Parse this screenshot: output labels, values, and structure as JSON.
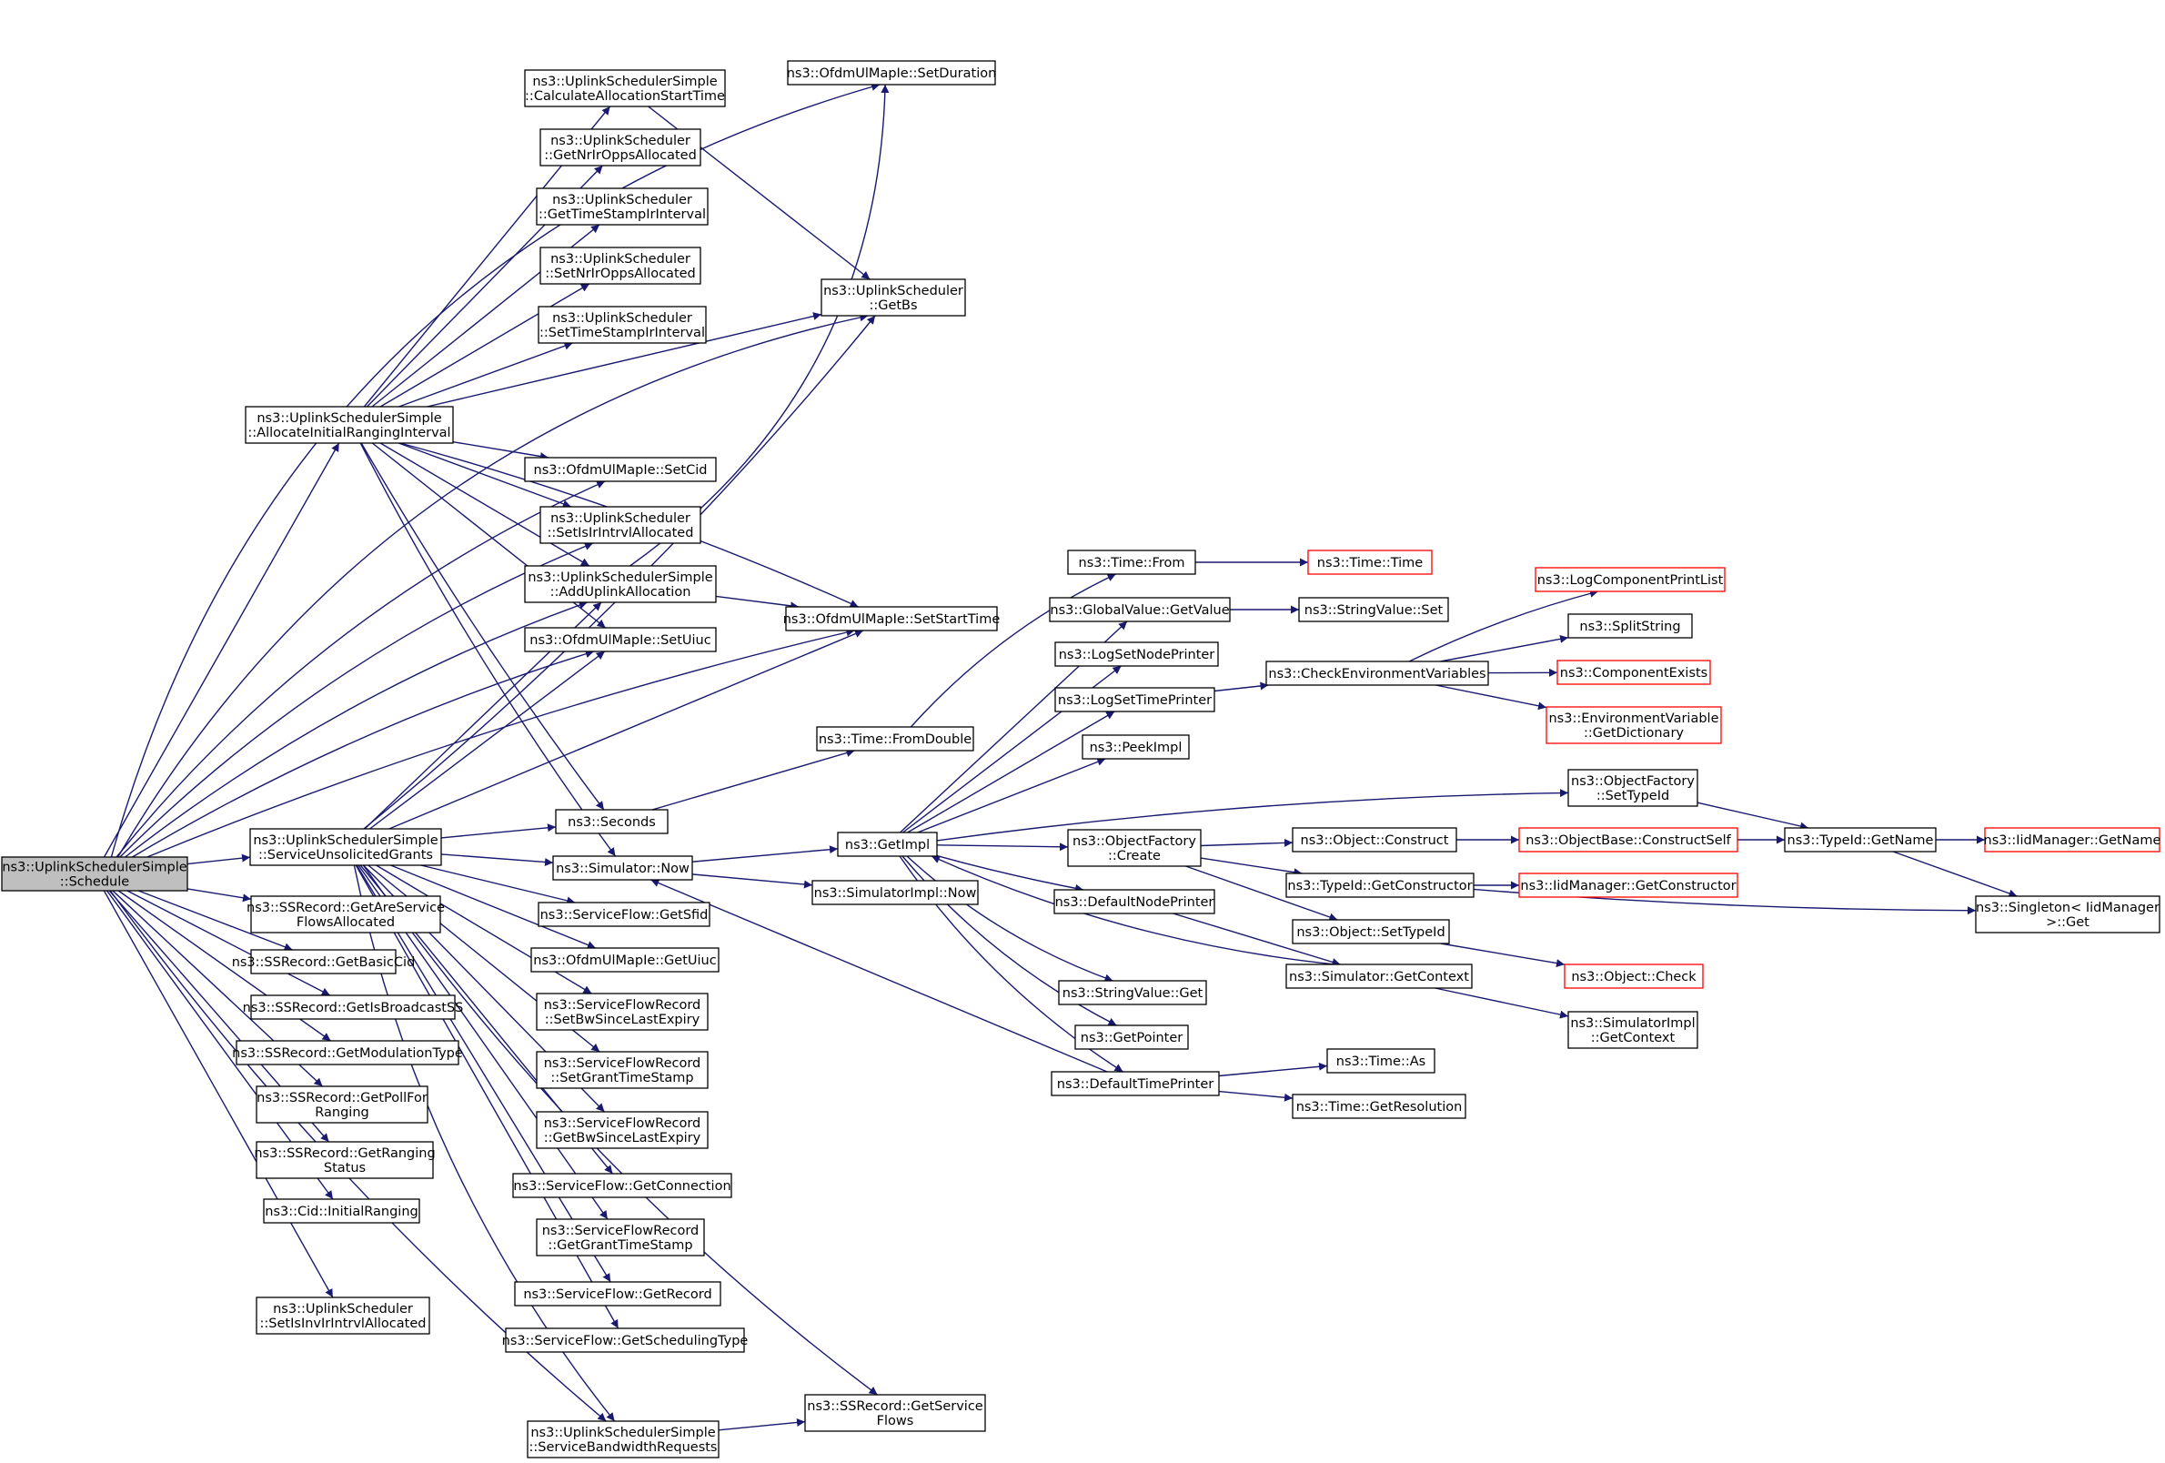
{
  "colors": {
    "background": "#ffffff",
    "edge": "#191970",
    "node_border": "#000000",
    "node_border_incomplete": "#ff0000",
    "root_fill": "#bfbfbf",
    "node_fill": "#ffffff"
  },
  "nodes": [
    {
      "id": "schedule",
      "lines": [
        "ns3::UplinkSchedulerSimple",
        "::Schedule"
      ],
      "root": true
    },
    {
      "id": "allocInit",
      "lines": [
        "ns3::UplinkSchedulerSimple",
        "::AllocateInitialRangingInterval"
      ]
    },
    {
      "id": "serviceUnsol",
      "lines": [
        "ns3::UplinkSchedulerSimple",
        "::ServiceUnsolicitedGrants"
      ]
    },
    {
      "id": "getAreService",
      "lines": [
        "ns3::SSRecord::GetAreService",
        "FlowsAllocated"
      ]
    },
    {
      "id": "getBasicCid",
      "lines": [
        "ns3::SSRecord::GetBasicCid"
      ]
    },
    {
      "id": "getIsBroadcast",
      "lines": [
        "ns3::SSRecord::GetIsBroadcastSS"
      ]
    },
    {
      "id": "getModulation",
      "lines": [
        "ns3::SSRecord::GetModulationType"
      ]
    },
    {
      "id": "getPollFor",
      "lines": [
        "ns3::SSRecord::GetPollFor",
        "Ranging"
      ]
    },
    {
      "id": "getRanging",
      "lines": [
        "ns3::SSRecord::GetRanging",
        "Status"
      ]
    },
    {
      "id": "cidInit",
      "lines": [
        "ns3::Cid::InitialRanging"
      ]
    },
    {
      "id": "setIsInv",
      "lines": [
        "ns3::UplinkScheduler",
        "::SetIsInvIrIntrvlAllocated"
      ]
    },
    {
      "id": "calcAlloc",
      "lines": [
        "ns3::UplinkSchedulerSimple",
        "::CalculateAllocationStartTime"
      ]
    },
    {
      "id": "getNrIr",
      "lines": [
        "ns3::UplinkScheduler",
        "::GetNrIrOppsAllocated"
      ]
    },
    {
      "id": "getTimeStamp",
      "lines": [
        "ns3::UplinkScheduler",
        "::GetTimeStampIrInterval"
      ]
    },
    {
      "id": "setNrIr",
      "lines": [
        "ns3::UplinkScheduler",
        "::SetNrIrOppsAllocated"
      ]
    },
    {
      "id": "setTimeStamp",
      "lines": [
        "ns3::UplinkScheduler",
        "::SetTimeStampIrInterval"
      ]
    },
    {
      "id": "setCid",
      "lines": [
        "ns3::OfdmUlMapIe::SetCid"
      ]
    },
    {
      "id": "setIsIr",
      "lines": [
        "ns3::UplinkScheduler",
        "::SetIsIrIntrvlAllocated"
      ]
    },
    {
      "id": "addUplink",
      "lines": [
        "ns3::UplinkSchedulerSimple",
        "::AddUplinkAllocation"
      ]
    },
    {
      "id": "setUiuc",
      "lines": [
        "ns3::OfdmUlMapIe::SetUiuc"
      ]
    },
    {
      "id": "seconds",
      "lines": [
        "ns3::Seconds"
      ]
    },
    {
      "id": "simNow",
      "lines": [
        "ns3::Simulator::Now"
      ]
    },
    {
      "id": "getSfid",
      "lines": [
        "ns3::ServiceFlow::GetSfid"
      ]
    },
    {
      "id": "getUiuc",
      "lines": [
        "ns3::OfdmUlMapIe::GetUiuc"
      ]
    },
    {
      "id": "setBwSince",
      "lines": [
        "ns3::ServiceFlowRecord",
        "::SetBwSinceLastExpiry"
      ]
    },
    {
      "id": "setGrant",
      "lines": [
        "ns3::ServiceFlowRecord",
        "::SetGrantTimeStamp"
      ]
    },
    {
      "id": "getBwSince",
      "lines": [
        "ns3::ServiceFlowRecord",
        "::GetBwSinceLastExpiry"
      ]
    },
    {
      "id": "getConnection",
      "lines": [
        "ns3::ServiceFlow::GetConnection"
      ]
    },
    {
      "id": "getGrant",
      "lines": [
        "ns3::ServiceFlowRecord",
        "::GetGrantTimeStamp"
      ]
    },
    {
      "id": "getRecord",
      "lines": [
        "ns3::ServiceFlow::GetRecord"
      ]
    },
    {
      "id": "getSched",
      "lines": [
        "ns3::ServiceFlow::GetSchedulingType"
      ]
    },
    {
      "id": "serviceBw",
      "lines": [
        "ns3::UplinkSchedulerSimple",
        "::ServiceBandwidthRequests"
      ]
    },
    {
      "id": "setDuration",
      "lines": [
        "ns3::OfdmUlMapIe::SetDuration"
      ]
    },
    {
      "id": "getBs",
      "lines": [
        "ns3::UplinkScheduler",
        "::GetBs"
      ]
    },
    {
      "id": "setStart",
      "lines": [
        "ns3::OfdmUlMapIe::SetStartTime"
      ]
    },
    {
      "id": "fromDouble",
      "lines": [
        "ns3::Time::FromDouble"
      ]
    },
    {
      "id": "getImpl",
      "lines": [
        "ns3::GetImpl"
      ]
    },
    {
      "id": "simImplNow",
      "lines": [
        "ns3::SimulatorImpl::Now"
      ]
    },
    {
      "id": "getServiceFlows",
      "lines": [
        "ns3::SSRecord::GetService",
        "Flows"
      ]
    },
    {
      "id": "timeFrom",
      "lines": [
        "ns3::Time::From"
      ]
    },
    {
      "id": "gvGetValue",
      "lines": [
        "ns3::GlobalValue::GetValue"
      ]
    },
    {
      "id": "logNode",
      "lines": [
        "ns3::LogSetNodePrinter"
      ]
    },
    {
      "id": "logTime",
      "lines": [
        "ns3::LogSetTimePrinter"
      ]
    },
    {
      "id": "peekImpl",
      "lines": [
        "ns3::PeekImpl"
      ]
    },
    {
      "id": "ofCreate",
      "lines": [
        "ns3::ObjectFactory",
        "::Create"
      ]
    },
    {
      "id": "defNode",
      "lines": [
        "ns3::DefaultNodePrinter"
      ]
    },
    {
      "id": "svGet",
      "lines": [
        "ns3::StringValue::Get"
      ]
    },
    {
      "id": "getPointer",
      "lines": [
        "ns3::GetPointer"
      ]
    },
    {
      "id": "defTime",
      "lines": [
        "ns3::DefaultTimePrinter"
      ]
    },
    {
      "id": "timeTime",
      "lines": [
        "ns3::Time::Time"
      ],
      "incomplete": true
    },
    {
      "id": "svSet",
      "lines": [
        "ns3::StringValue::Set"
      ]
    },
    {
      "id": "checkEnv",
      "lines": [
        "ns3::CheckEnvironmentVariables"
      ]
    },
    {
      "id": "objConstruct",
      "lines": [
        "ns3::Object::Construct"
      ]
    },
    {
      "id": "tidGetCtor",
      "lines": [
        "ns3::TypeId::GetConstructor"
      ]
    },
    {
      "id": "objSetTypeId",
      "lines": [
        "ns3::Object::SetTypeId"
      ]
    },
    {
      "id": "simGetCtx",
      "lines": [
        "ns3::Simulator::GetContext"
      ]
    },
    {
      "id": "timeAs",
      "lines": [
        "ns3::Time::As"
      ]
    },
    {
      "id": "timeRes",
      "lines": [
        "ns3::Time::GetResolution"
      ]
    },
    {
      "id": "logPrint",
      "lines": [
        "ns3::LogComponentPrintList"
      ],
      "incomplete": true
    },
    {
      "id": "splitString",
      "lines": [
        "ns3::SplitString"
      ]
    },
    {
      "id": "compExists",
      "lines": [
        "ns3::ComponentExists"
      ],
      "incomplete": true
    },
    {
      "id": "envDict",
      "lines": [
        "ns3::EnvironmentVariable",
        "::GetDictionary"
      ],
      "incomplete": true
    },
    {
      "id": "ofSetTypeId",
      "lines": [
        "ns3::ObjectFactory",
        "::SetTypeId"
      ]
    },
    {
      "id": "obConstructSelf",
      "lines": [
        "ns3::ObjectBase::ConstructSelf"
      ],
      "incomplete": true
    },
    {
      "id": "iidGetCtor",
      "lines": [
        "ns3::IidManager::GetConstructor"
      ],
      "incomplete": true
    },
    {
      "id": "objCheck",
      "lines": [
        "ns3::Object::Check"
      ],
      "incomplete": true
    },
    {
      "id": "simImplGetCtx",
      "lines": [
        "ns3::SimulatorImpl",
        "::GetContext"
      ]
    },
    {
      "id": "tidGetName",
      "lines": [
        "ns3::TypeId::GetName"
      ]
    },
    {
      "id": "iidGetName",
      "lines": [
        "ns3::IidManager::GetName"
      ],
      "incomplete": true
    },
    {
      "id": "singletonGet",
      "lines": [
        "ns3::Singleton< IidManager",
        ">::Get"
      ]
    }
  ],
  "edges": [
    [
      "schedule",
      "allocInit"
    ],
    [
      "schedule",
      "serviceUnsol"
    ],
    [
      "schedule",
      "getAreService"
    ],
    [
      "schedule",
      "getBasicCid"
    ],
    [
      "schedule",
      "getIsBroadcast"
    ],
    [
      "schedule",
      "getModulation"
    ],
    [
      "schedule",
      "getPollFor"
    ],
    [
      "schedule",
      "getRanging"
    ],
    [
      "schedule",
      "cidInit"
    ],
    [
      "schedule",
      "setIsInv"
    ],
    [
      "schedule",
      "setDuration"
    ],
    [
      "schedule",
      "getBs"
    ],
    [
      "schedule",
      "setCid"
    ],
    [
      "schedule",
      "setIsIr"
    ],
    [
      "schedule",
      "addUplink"
    ],
    [
      "schedule",
      "setUiuc"
    ],
    [
      "schedule",
      "setStart"
    ],
    [
      "schedule",
      "serviceBw"
    ],
    [
      "allocInit",
      "calcAlloc"
    ],
    [
      "allocInit",
      "getNrIr"
    ],
    [
      "allocInit",
      "getTimeStamp"
    ],
    [
      "allocInit",
      "setNrIr"
    ],
    [
      "allocInit",
      "setTimeStamp"
    ],
    [
      "allocInit",
      "getBs"
    ],
    [
      "allocInit",
      "setCid"
    ],
    [
      "allocInit",
      "setIsIr"
    ],
    [
      "allocInit",
      "addUplink"
    ],
    [
      "allocInit",
      "setUiuc"
    ],
    [
      "allocInit",
      "setStart"
    ],
    [
      "allocInit",
      "seconds"
    ],
    [
      "allocInit",
      "simNow"
    ],
    [
      "calcAlloc",
      "getBs"
    ],
    [
      "addUplink",
      "setDuration"
    ],
    [
      "addUplink",
      "setStart"
    ],
    [
      "serviceUnsol",
      "addUplink"
    ],
    [
      "serviceUnsol",
      "setUiuc"
    ],
    [
      "serviceUnsol",
      "getBs"
    ],
    [
      "serviceUnsol",
      "setStart"
    ],
    [
      "serviceUnsol",
      "seconds"
    ],
    [
      "serviceUnsol",
      "simNow"
    ],
    [
      "serviceUnsol",
      "getSfid"
    ],
    [
      "serviceUnsol",
      "getUiuc"
    ],
    [
      "serviceUnsol",
      "setBwSince"
    ],
    [
      "serviceUnsol",
      "setGrant"
    ],
    [
      "serviceUnsol",
      "getBwSince"
    ],
    [
      "serviceUnsol",
      "getConnection"
    ],
    [
      "serviceUnsol",
      "getGrant"
    ],
    [
      "serviceUnsol",
      "getRecord"
    ],
    [
      "serviceUnsol",
      "getSched"
    ],
    [
      "serviceUnsol",
      "getServiceFlows"
    ],
    [
      "serviceUnsol",
      "serviceBw"
    ],
    [
      "serviceBw",
      "getServiceFlows"
    ],
    [
      "seconds",
      "fromDouble"
    ],
    [
      "fromDouble",
      "timeFrom"
    ],
    [
      "timeFrom",
      "timeTime"
    ],
    [
      "simNow",
      "getImpl"
    ],
    [
      "simNow",
      "simImplNow"
    ],
    [
      "getImpl",
      "gvGetValue"
    ],
    [
      "getImpl",
      "logNode"
    ],
    [
      "getImpl",
      "logTime"
    ],
    [
      "getImpl",
      "peekImpl"
    ],
    [
      "getImpl",
      "ofSetTypeId"
    ],
    [
      "getImpl",
      "ofCreate"
    ],
    [
      "getImpl",
      "defNode"
    ],
    [
      "getImpl",
      "svGet"
    ],
    [
      "getImpl",
      "getPointer"
    ],
    [
      "getImpl",
      "defTime"
    ],
    [
      "gvGetValue",
      "svSet"
    ],
    [
      "logTime",
      "checkEnv"
    ],
    [
      "checkEnv",
      "logPrint"
    ],
    [
      "checkEnv",
      "splitString"
    ],
    [
      "checkEnv",
      "compExists"
    ],
    [
      "checkEnv",
      "envDict"
    ],
    [
      "ofCreate",
      "objConstruct"
    ],
    [
      "ofCreate",
      "tidGetCtor"
    ],
    [
      "ofCreate",
      "objSetTypeId"
    ],
    [
      "defNode",
      "simGetCtx"
    ],
    [
      "simGetCtx",
      "getImpl"
    ],
    [
      "simGetCtx",
      "simImplGetCtx"
    ],
    [
      "defTime",
      "timeAs"
    ],
    [
      "defTime",
      "timeRes"
    ],
    [
      "defTime",
      "simNow"
    ],
    [
      "objConstruct",
      "obConstructSelf"
    ],
    [
      "obConstructSelf",
      "tidGetName"
    ],
    [
      "ofSetTypeId",
      "tidGetName"
    ],
    [
      "tidGetCtor",
      "iidGetCtor"
    ],
    [
      "tidGetCtor",
      "singletonGet"
    ],
    [
      "objSetTypeId",
      "objCheck"
    ],
    [
      "tidGetName",
      "iidGetName"
    ],
    [
      "tidGetName",
      "singletonGet"
    ]
  ]
}
